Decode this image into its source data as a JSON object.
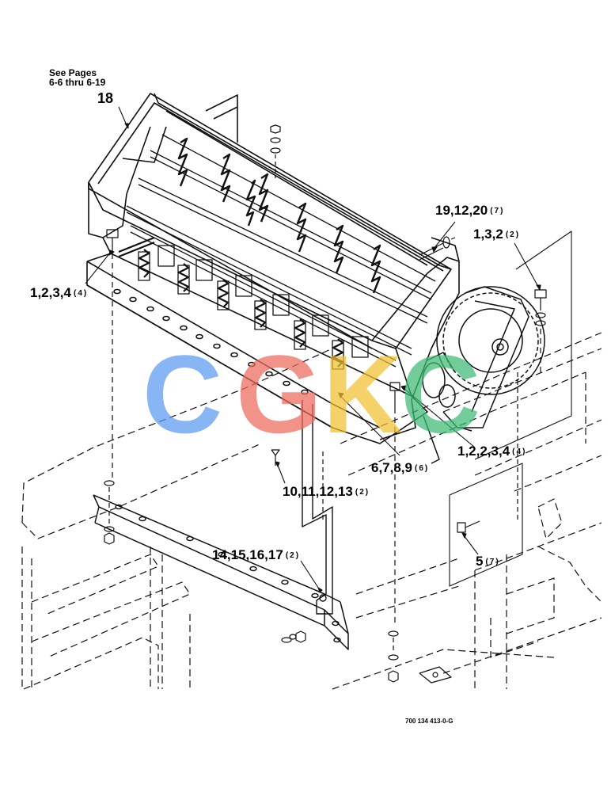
{
  "note": {
    "line1": "See Pages",
    "line2": "6-6 thru 6-19"
  },
  "assembly_ref": "18",
  "callouts": [
    {
      "parts": "19,12,20",
      "qty": "(7)"
    },
    {
      "parts": "1,3,2",
      "qty": "(2)"
    },
    {
      "parts": "1,2,3,4",
      "qty": "(4)"
    },
    {
      "parts": "6,7,8,9",
      "qty": "(6)"
    },
    {
      "parts": "1,2,2,3,4",
      "qty": "(4)"
    },
    {
      "parts": "10,11,12,13",
      "qty": "(2)"
    },
    {
      "parts": "14,15,16,17",
      "qty": "(2)"
    },
    {
      "parts": "5",
      "qty": "(7)"
    }
  ],
  "drawing_number": "700 134 413-0-G",
  "watermark": {
    "letters": [
      "C",
      "G",
      "K",
      "C"
    ],
    "colors": [
      "#5b9bf0",
      "#ee6a5e",
      "#f2c230",
      "#3dbb74"
    ]
  }
}
